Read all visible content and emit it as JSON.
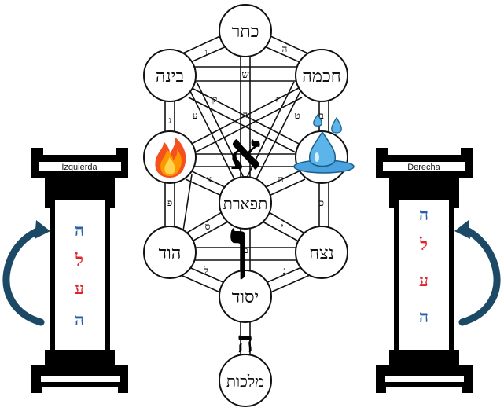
{
  "sefirot": {
    "keter": "כתר",
    "binah": "בינה",
    "chokhmah": "חכמה",
    "tiferet": "תפארת",
    "hod": "הוד",
    "netzach": "נצח",
    "yesod": "יסוד",
    "malkhut": "מלכות"
  },
  "paths": {
    "keter_binah": "ו",
    "keter_chokhmah": "ה",
    "binah_chokhmah": "ש",
    "binah_gevurah": "ג",
    "binah_tiferet": "ק",
    "binah_tiferet2": "ע",
    "keter_tiferet": "ד",
    "chokhmah_tiferet": "ז",
    "chokhmah_chesed": "ב",
    "chokhmah_tiferet2": "ט",
    "gevurah_chesed": "א",
    "gevurah_tiferet": "צ",
    "chesed_tiferet": "ח",
    "gevurah_hod": "פ",
    "chesed_netzach": "כ",
    "tiferet_hod": "ס",
    "tiferet_netzach": "י",
    "hod_netzach": "מ",
    "hod_yesod": "ל",
    "netzach_yesod": "נ",
    "tiferet_yesod": "ו"
  },
  "overlay_letters": {
    "alef": "א",
    "vav": "ו",
    "he": "ה"
  },
  "columns": {
    "left": {
      "label": "Izquierda",
      "letters": [
        "ה",
        "ל",
        "ע",
        "ה"
      ]
    },
    "right": {
      "label": "Derecha",
      "letters": [
        "ה",
        "ל",
        "ע",
        "ה"
      ]
    }
  },
  "icons": {
    "gevurah": "fire-icon",
    "chesed": "water-drop-icon"
  },
  "colors": {
    "blue_letter": "#2a5ea8",
    "red_letter": "#e0242c",
    "arrow": "#1c4a66",
    "ink": "#111111"
  }
}
